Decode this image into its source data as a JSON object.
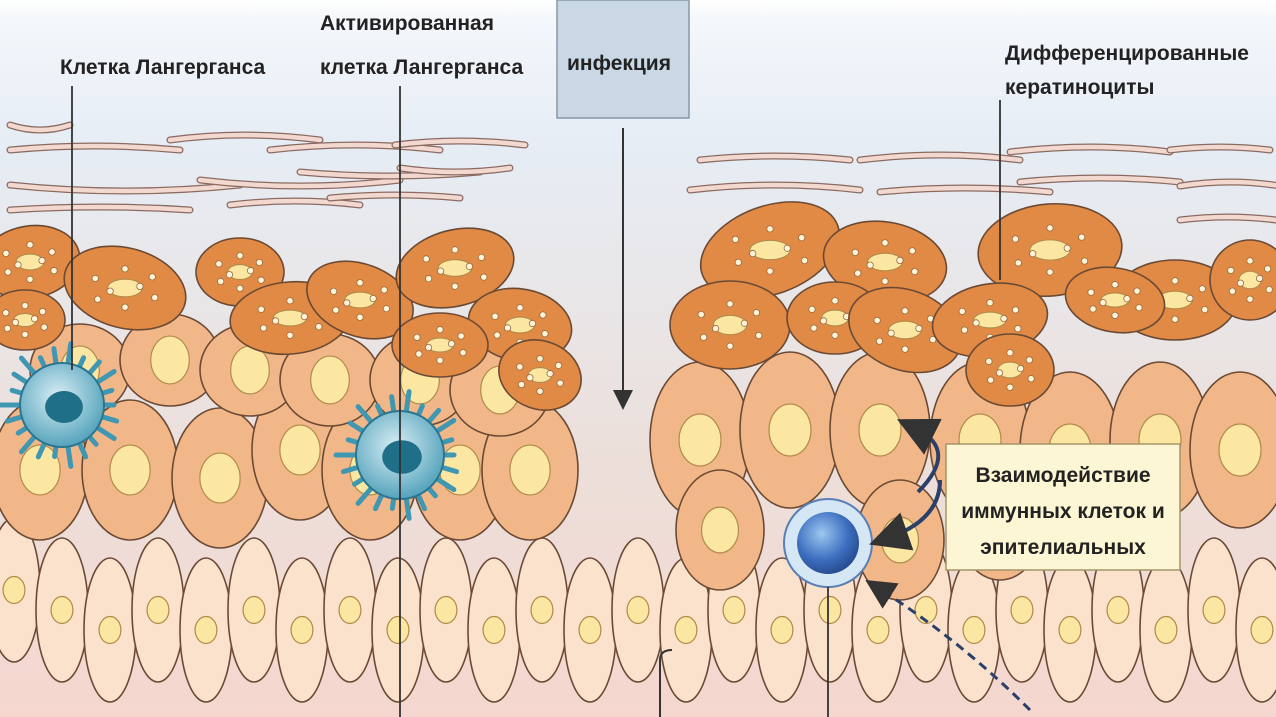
{
  "labels": {
    "langerhans_cell": "Клетка Лангерганса",
    "activated_line1": "Активированная",
    "activated_line2": "клетка Лангерганса",
    "infection": "инфекция",
    "differentiated_line1": "Дифференцированные",
    "differentiated_line2": "кератиноциты",
    "interaction_line1": "Взаимодействие",
    "interaction_line2": "иммунных клеток и",
    "interaction_line3": "эпителиальных"
  },
  "colors": {
    "keratinocyte_dark": "#e08a45",
    "keratinocyte_mid": "#f2b789",
    "keratinocyte_light": "#fbe2cc",
    "nucleus": "#fbe6a2",
    "langerhans": "#3f97b2",
    "immune_cell": "#3d6fc0",
    "infection_box": "#c9d8e4",
    "interaction_box": "#fdf6d5"
  },
  "icons": [
    "langerhans-cell-icon",
    "activated-langerhans-cell-icon",
    "immune-cell-icon",
    "down-arrow-icon",
    "curved-arrow-icon"
  ]
}
